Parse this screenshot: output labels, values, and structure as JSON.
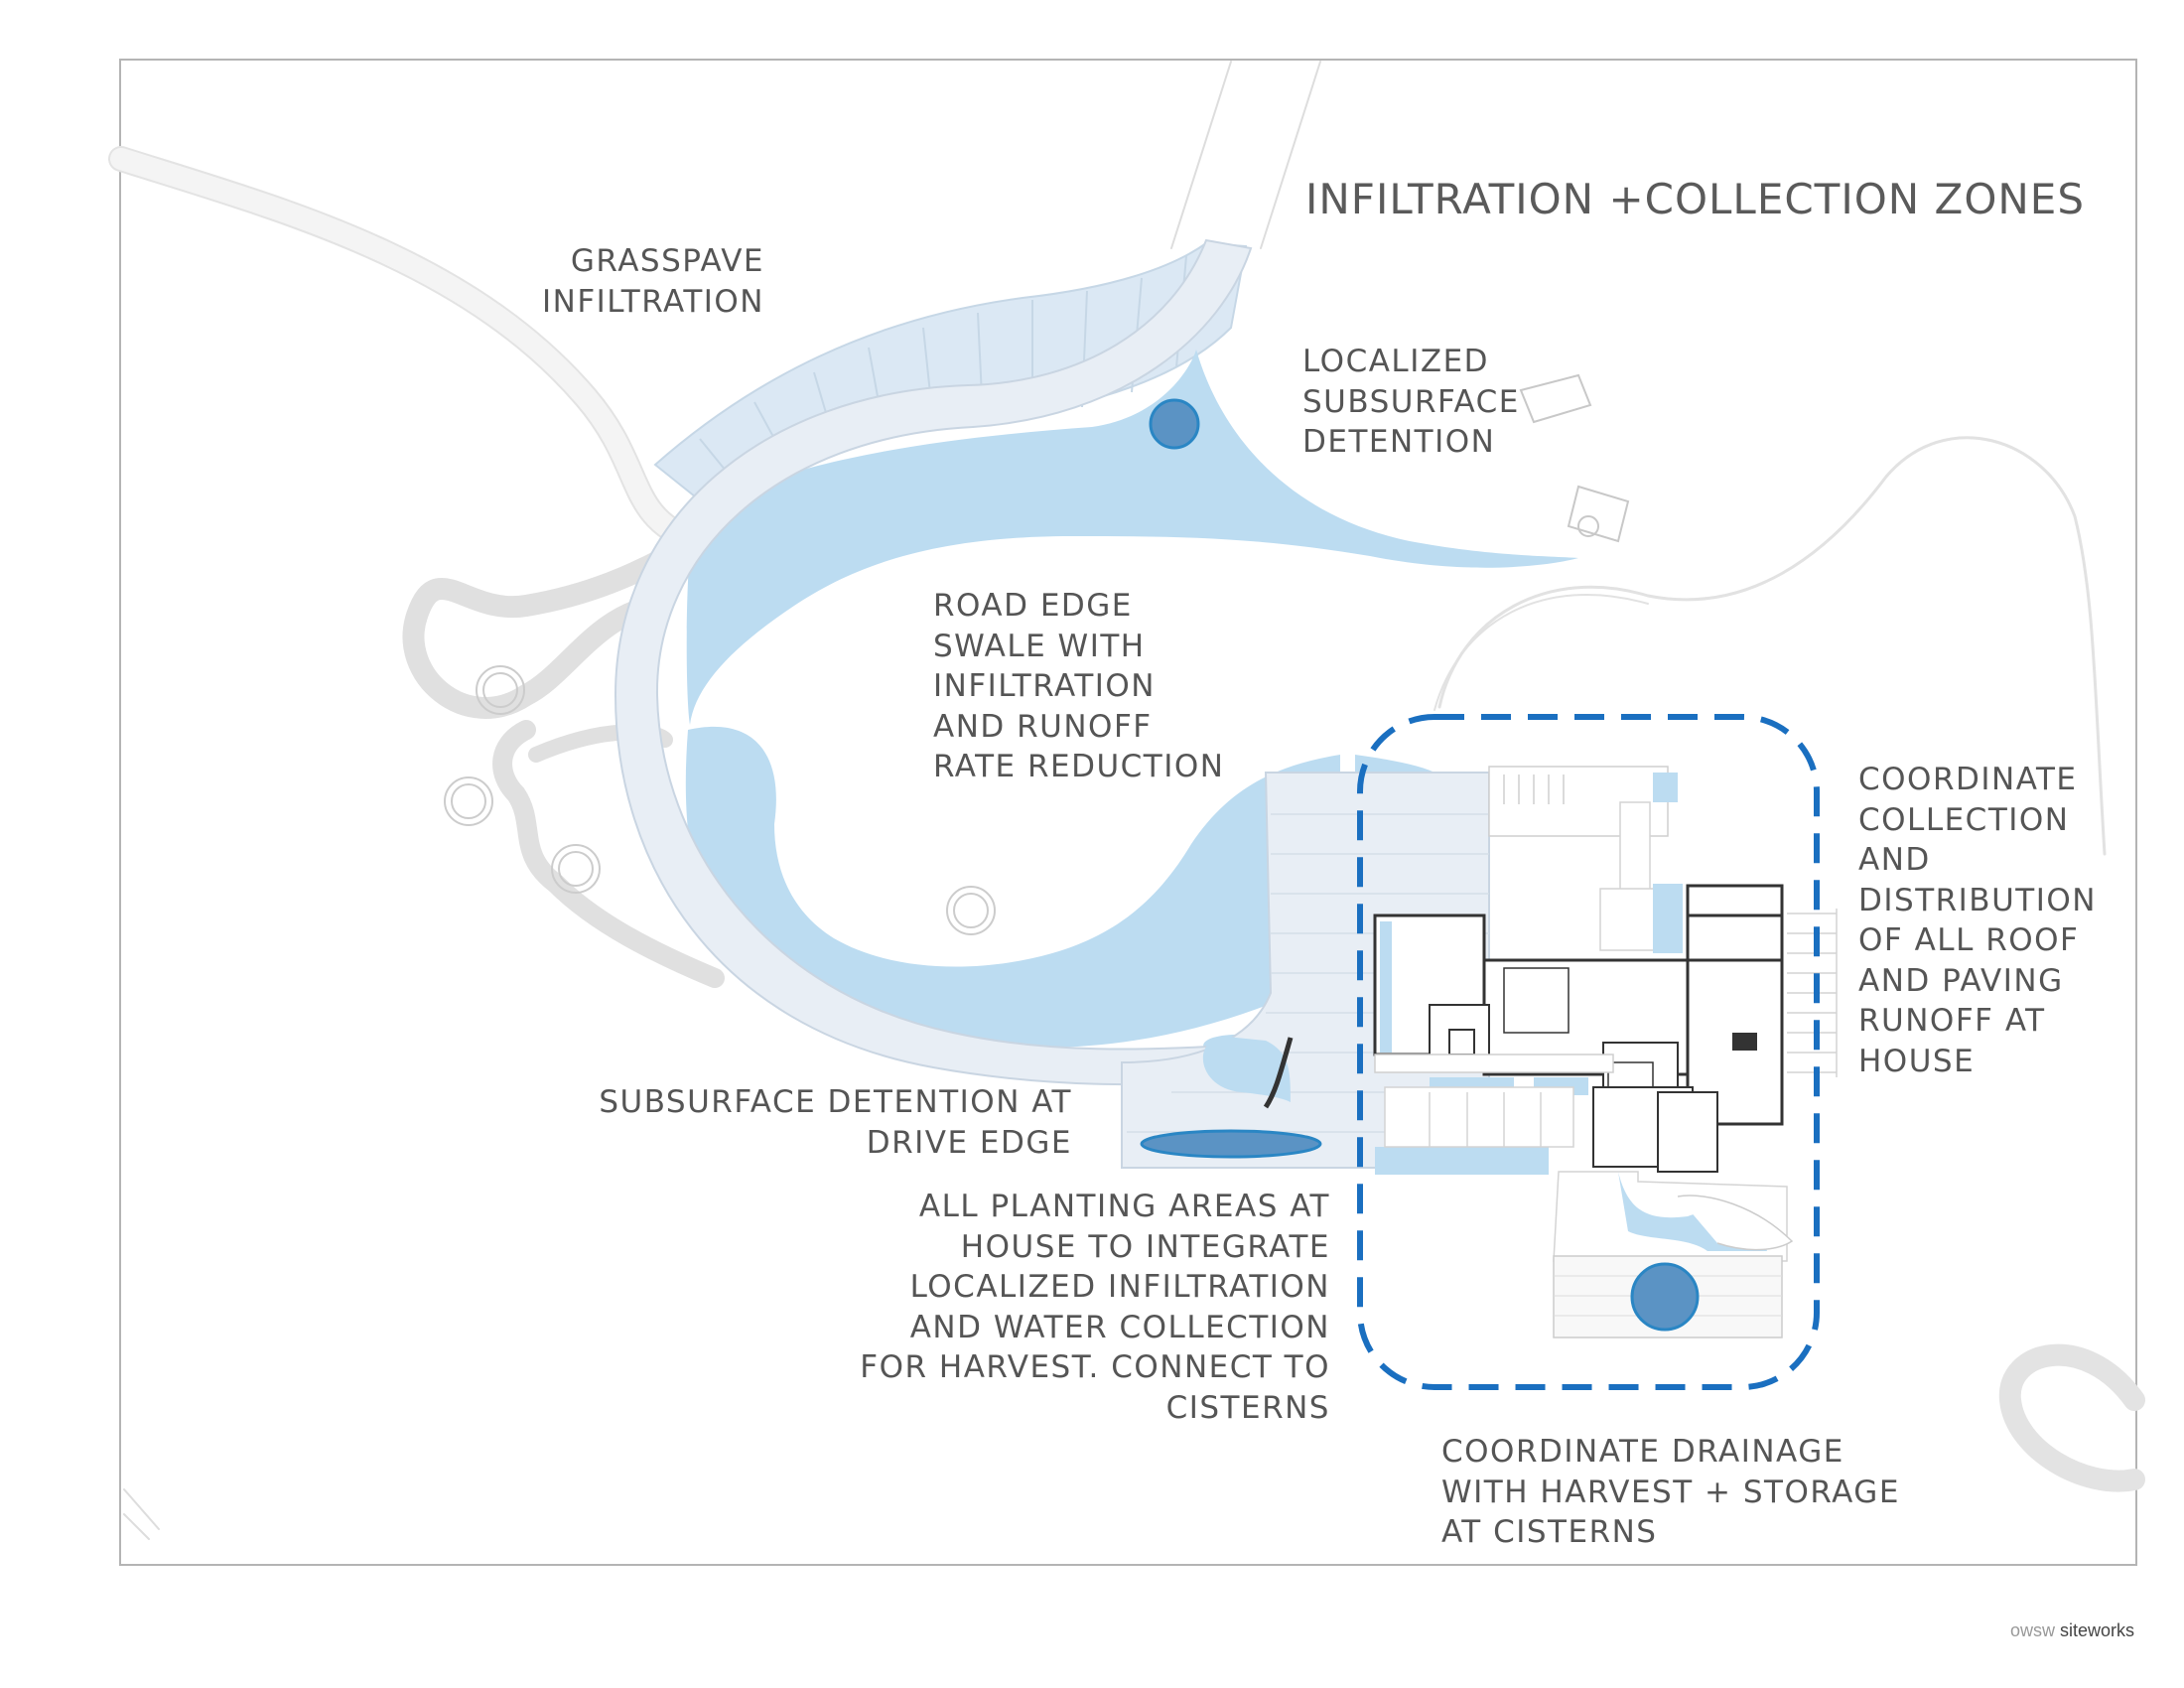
{
  "title": "INFILTRATION +COLLECTION ZONES",
  "labels": {
    "grasspave": "GRASSPAVE\nINFILTRATION",
    "localized_detention": "LOCALIZED\nSUBSURFACE\nDETENTION",
    "road_swale": "ROAD EDGE\nSWALE WITH\nINFILTRATION\nAND RUNOFF\nRATE REDUCTION",
    "coordinate_collection": "COORDINATE\nCOLLECTION\nAND\nDISTRIBUTION\nOF ALL ROOF\nAND PAVING\nRUNOFF AT\nHOUSE",
    "drive_edge": "SUBSURFACE DETENTION AT\nDRIVE EDGE",
    "planting_areas": "ALL PLANTING AREAS AT\nHOUSE TO INTEGRATE\nLOCALIZED INFILTRATION\nAND WATER COLLECTION\nFOR HARVEST. CONNECT TO\nCISTERNS",
    "coordinate_drainage": "COORDINATE DRAINAGE\nWITH HARVEST + STORAGE\nAT CISTERNS"
  },
  "footer": {
    "brand_light": "owsw",
    "brand_bold": "siteworks"
  },
  "colors": {
    "water": "#bcdcf1",
    "detention": "#5b93c4",
    "dashed_zone": "#1a6fc0",
    "road": "#e8eef5",
    "paths": "#e6e6e6"
  }
}
